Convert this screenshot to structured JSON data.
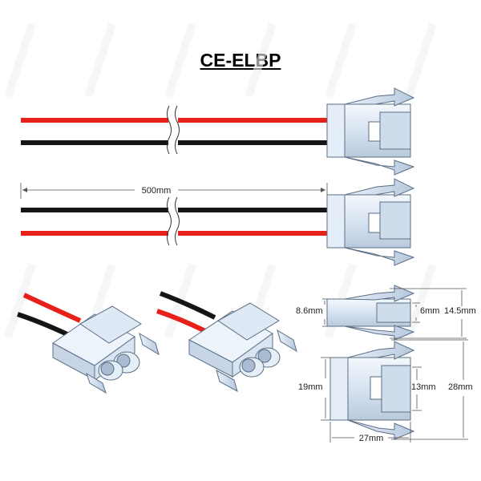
{
  "title": "CE-ELBP",
  "colors": {
    "red_wire": "#e8201a",
    "black_wire": "#151515",
    "connector_body": "#dde8f5",
    "connector_edge": "#5a6f86",
    "watermark": "#eef1f4"
  },
  "dimensions": {
    "cable_length": "500mm",
    "side_height_small": "8.6mm",
    "side_inner": "6mm",
    "side_total": "14.5mm",
    "front_height": "19mm",
    "front_inner": "13mm",
    "front_total": "28mm",
    "front_width": "27mm"
  }
}
